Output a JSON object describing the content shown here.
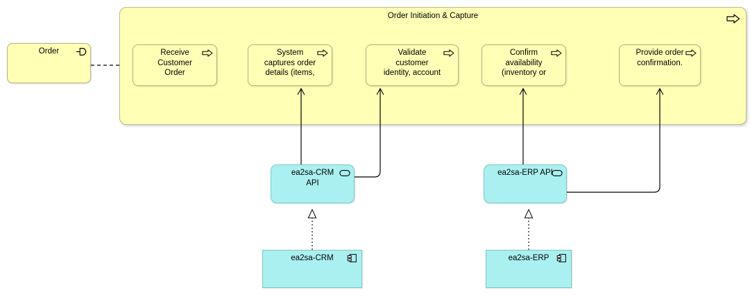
{
  "diagram": {
    "title": "Order Initiation & Capture",
    "type": "archimate-view",
    "colors": {
      "business_fill": "#ffffb5",
      "business_stroke": "#b0b07f",
      "application_fill": "#aaf0f0",
      "application_stroke": "#7cc6c6",
      "connector": "#000000"
    }
  },
  "group": {
    "label": "Order Initiation & Capture",
    "icon": "process-arrow-icon"
  },
  "business_object": {
    "label": "Order",
    "icon": "business-interface-icon"
  },
  "processes": [
    {
      "label": "Receive\nCustomer\nOrder",
      "icon": "process-arrow-icon"
    },
    {
      "label": "System\ncaptures order\ndetails (items,",
      "icon": "process-arrow-icon"
    },
    {
      "label": "Validate\ncustomer\nidentity, account",
      "icon": "process-arrow-icon"
    },
    {
      "label": "Confirm\navailability\n(inventory or",
      "icon": "process-arrow-icon"
    },
    {
      "label": "Provide order\nconfirmation.",
      "icon": "process-arrow-icon"
    }
  ],
  "services": [
    {
      "label": "ea2sa-CRM\nAPI",
      "icon": "application-service-icon"
    },
    {
      "label": "ea2sa-ERP API",
      "icon": "application-service-icon"
    }
  ],
  "components": [
    {
      "label": "ea2sa-CRM",
      "icon": "component-icon"
    },
    {
      "label": "ea2sa-ERP",
      "icon": "component-icon"
    }
  ],
  "relations": {
    "flow_label": "triggering",
    "serving_label": "serving",
    "realization_label": "realization"
  }
}
